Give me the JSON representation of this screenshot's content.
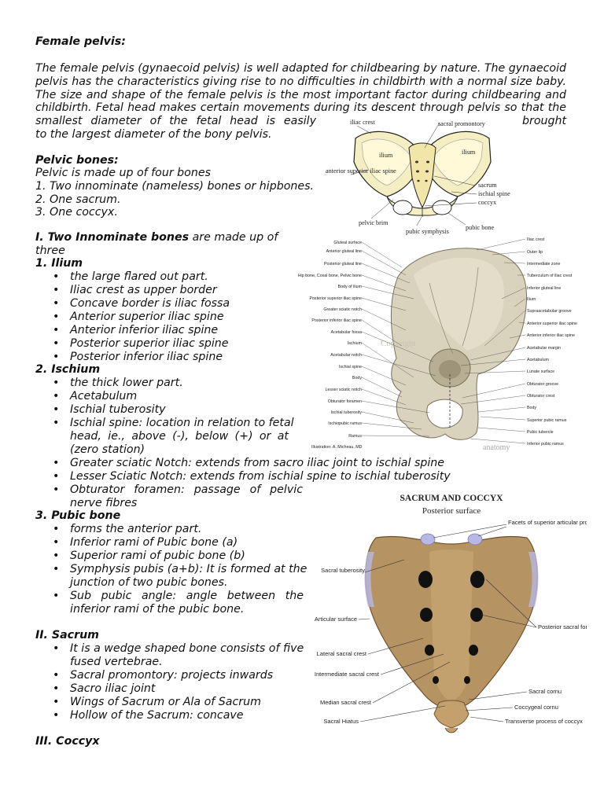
{
  "heading": "Female pelvis:",
  "intro": [
    "The female pelvis (gynaecoid pelvis) is well adapted for childbearing by nature. The gynaecoid",
    "pelvis has the characteristics giving rise to no difficulties in childbirth with a normal size baby.",
    "The size and shape of the female pelvis is the most important factor during childbearing and",
    "childbirth. Fetal head makes certain movements during its descent through pelvis so that the",
    "smallest diameter of the fetal head is easily",
    "brought",
    "to the largest diameter of the bony pelvis."
  ],
  "pelvic_bones": {
    "title": "Pelvic bones:",
    "lines": [
      "Pelvic is made up of four bones",
      "1. Two innominate (nameless) bones or hipbones.",
      "2. One sacrum.",
      "3. One coccyx."
    ]
  },
  "section1": {
    "prefix": "I. Two Innominate bones",
    "rest": " are made up of",
    "line2": "three"
  },
  "ilium": {
    "title": "1. Ilium",
    "items": [
      "the large flared out part.",
      "Iliac crest as upper border",
      "Concave border is iliac fossa",
      "Anterior superior iliac spine",
      "Anterior inferior iliac spine",
      "Posterior superior iliac spine",
      "Posterior inferior iliac spine"
    ]
  },
  "ischium": {
    "title": "2. Ischium",
    "items": [
      "the thick lower part.",
      "Acetabulum",
      "Ischial tuberosity"
    ],
    "spine_lines": [
      "Ischial spine: location in relation to fetal",
      "head, ie., above (-), below (+) or at",
      "(zero station)"
    ],
    "wide_items": [
      "Greater sciatic Notch: extends from sacro iliac joint to ischial spine",
      "Lesser Sciatic Notch: extends from ischial spine to ischial tuberosity"
    ],
    "obturator_lines": [
      "Obturator foramen: passage of pelvic",
      "nerve fibres"
    ]
  },
  "pubic": {
    "title": "3. Pubic bone",
    "items": [
      "forms the anterior part.",
      "Inferior rami of Pubic bone (a)",
      "Superior rami of pubic bone (b)"
    ],
    "symphysis_lines": [
      "Symphysis pubis (a+b): It is formed at the",
      "junction of two pubic bones."
    ],
    "angle_lines": [
      "Sub pubic angle: angle between the",
      "inferior rami of the pubic bone."
    ]
  },
  "sacrum": {
    "title": "II. Sacrum",
    "first_lines": [
      "It is a wedge shaped bone consists of five",
      "fused vertebrae."
    ],
    "items": [
      "Sacral promontory: projects inwards",
      "Sacro iliac joint",
      "Wings of Sacrum or Ala of Sacrum",
      "Hollow of the Sacrum: concave"
    ]
  },
  "coccyx": {
    "title": "III. Coccyx"
  },
  "fig_pelvis": {
    "labels": [
      "iliac crest",
      "sacral promontory",
      "ilium",
      "ilium",
      "anterior superior iliac spine",
      "sacrum",
      "ischial spine",
      "coccyx",
      "pelvic brim",
      "pubic symphysis",
      "pubic bone"
    ]
  },
  "fig_hip": {
    "left_labels": [
      "Gluteal surface",
      "Anterior gluteal line",
      "Posterior gluteal line",
      "Hip bone, Coxal bone, Pelvic bone",
      "Body of ilium",
      "Posterior superior iliac spine",
      "Greater sciatic notch",
      "Posterior inferior iliac spine",
      "Acetabular fossa",
      "Ischium",
      "Acetabular notch",
      "Ischial spine",
      "Body",
      "Lesser sciatic notch",
      "Obturator foramen",
      "Ischial tuberosity",
      "Ischiopubic ramus",
      "Ramus"
    ],
    "right_labels": [
      "Iliac crest",
      "Outer lip",
      "Intermediate zone",
      "Tuberculum of iliac crest",
      "Inferior gluteal line",
      "Ilium",
      "Supraacetabular groove",
      "Anterior superior iliac spine",
      "Anterior inferior iliac spine",
      "Acetabular margin",
      "Acetabulum",
      "Lunate surface",
      "Obturator groove",
      "Obturator crest",
      "Body",
      "Superior pubic ramus",
      "Pubic tubercle",
      "Inferior pubic ramus"
    ],
    "watermark": "Copyright",
    "credit": "Illustration: A. Micheau, MD",
    "brand": "anatomy"
  },
  "fig_sacrum": {
    "title": "SACRUM AND COCCYX",
    "subtitle": "Posterior surface",
    "left_labels": [
      "Sacral tuberosity",
      "Articular surface",
      "Lateral sacral crest",
      "Intermediate sacral crest",
      "Median sacral crest",
      "Sacral Hiatus"
    ],
    "right_labels": [
      "Facets of superior articular processes",
      "Posterior sacral foramina",
      "Sacral cornu",
      "Coccygeal cornu",
      "Transverse process of coccyx"
    ]
  }
}
